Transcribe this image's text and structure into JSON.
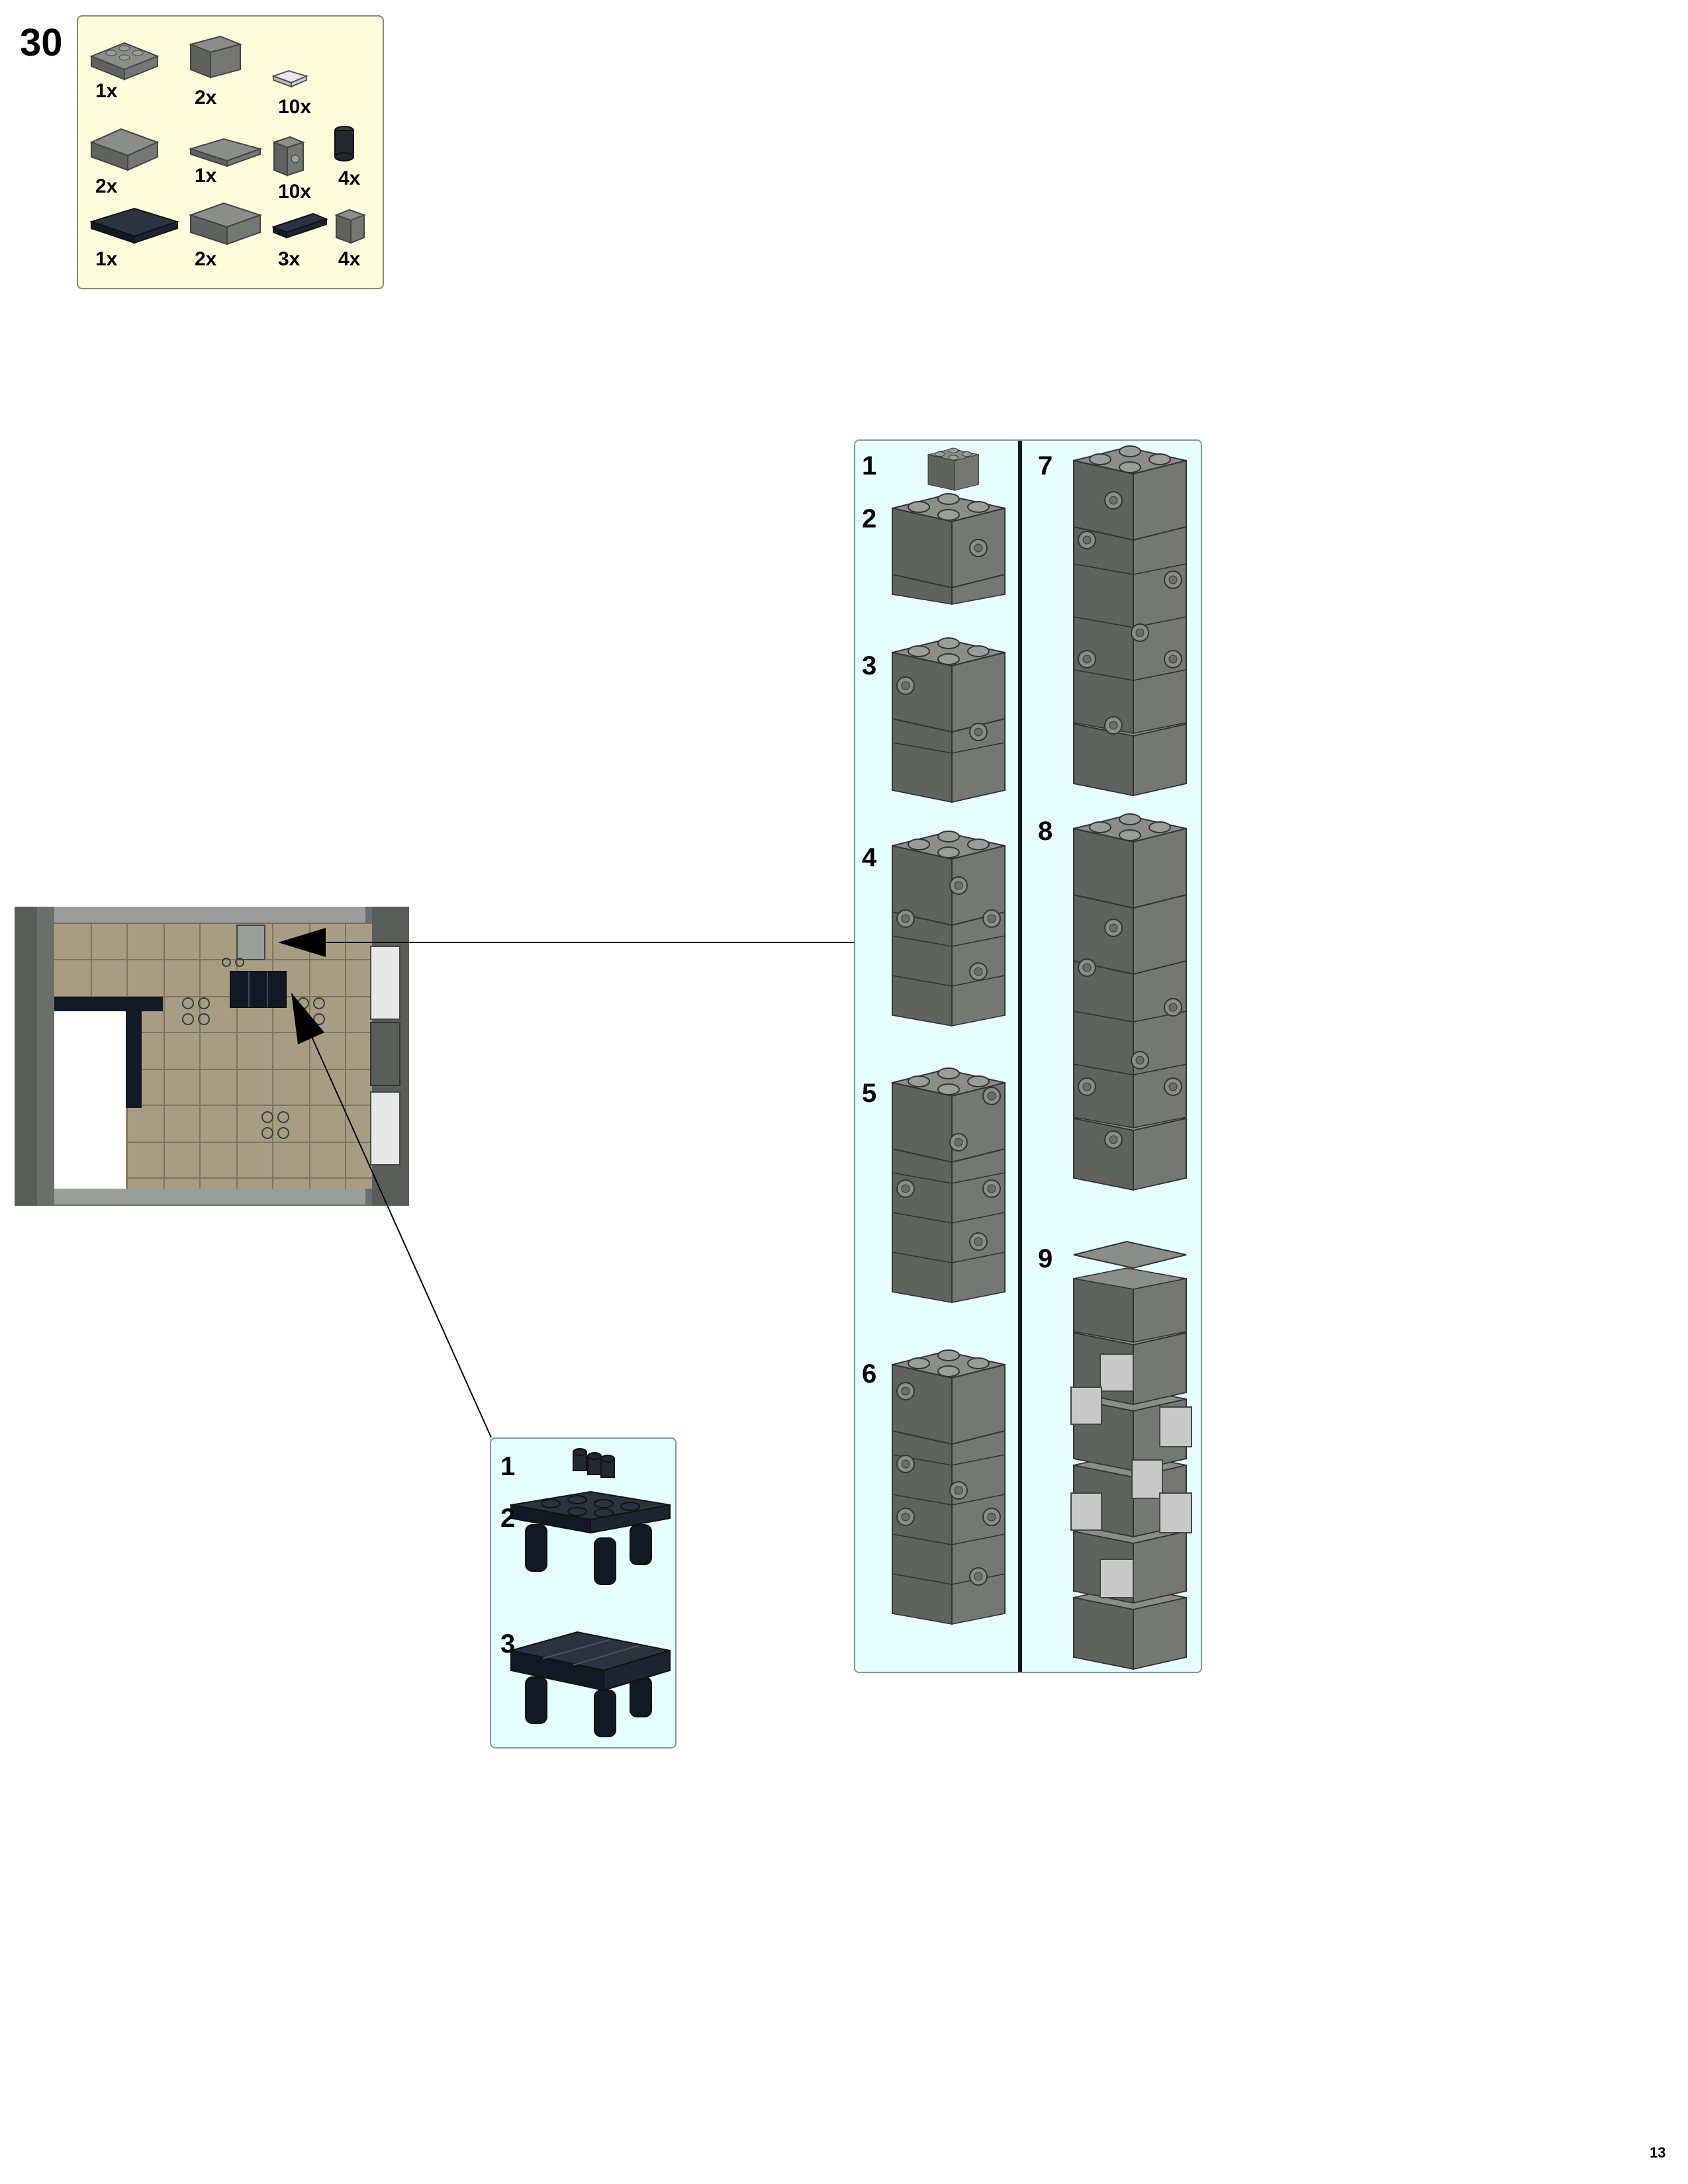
{
  "step": {
    "number": "30"
  },
  "parts_list": [
    {
      "qty": "1x",
      "icon": "brick-2x4-dark-gray"
    },
    {
      "qty": "2x",
      "icon": "brick-1x2-dark-gray"
    },
    {
      "qty": "10x",
      "icon": "tile-1x1-light-gray"
    },
    {
      "qty": "2x",
      "icon": "brick-2x2-dark-gray"
    },
    {
      "qty": "1x",
      "icon": "plate-2x2-flat-dark-gray"
    },
    {
      "qty": "10x",
      "icon": "brick-1x1-with-stud-on-side"
    },
    {
      "qty": "4x",
      "icon": "round-brick-1x1-black"
    },
    {
      "qty": "1x",
      "icon": "plate-2x4-black"
    },
    {
      "qty": "2x",
      "icon": "brick-2x3-dark-gray"
    },
    {
      "qty": "3x",
      "icon": "tile-1x4-black"
    },
    {
      "qty": "4x",
      "icon": "brick-1x1-dark-gray"
    }
  ],
  "pillar_substeps": {
    "left": [
      "1",
      "2",
      "3",
      "4",
      "5",
      "6"
    ],
    "right": [
      "7",
      "8",
      "9"
    ]
  },
  "table_substeps": [
    "1",
    "2",
    "3"
  ],
  "colors": {
    "parts_bg": "#fdfddc",
    "panel_bg": "#e6fdfd",
    "dark_gray": "#6b6e6b",
    "black_part": "#0f1a26",
    "floor_tan": "#a89d83"
  },
  "page_number": "13"
}
